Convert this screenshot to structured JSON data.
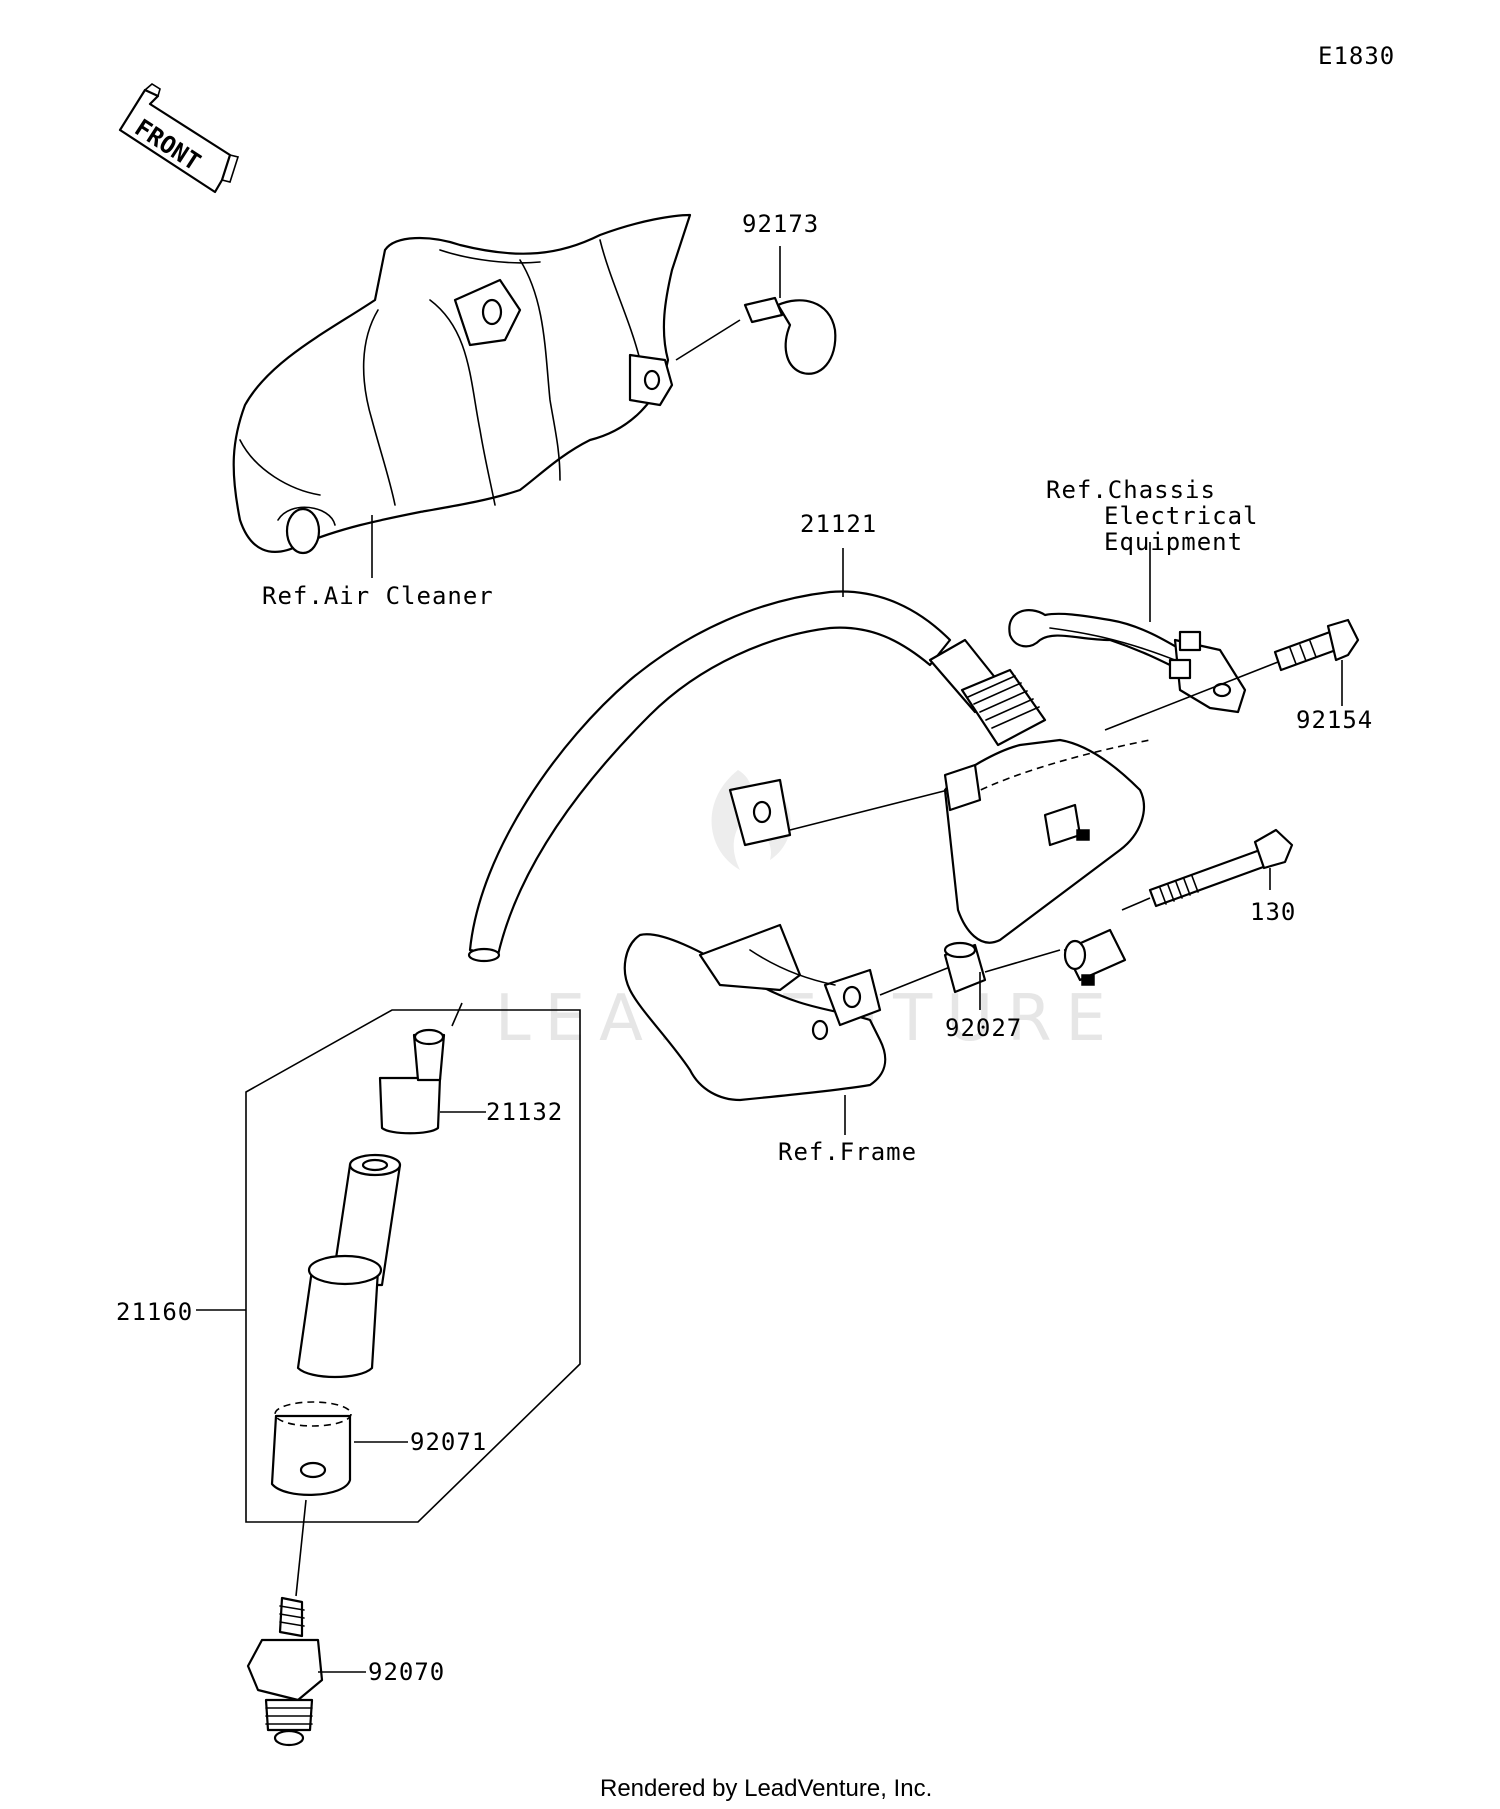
{
  "diagram_code": "E1830",
  "front_label": "FRONT",
  "watermark": "LEADVENTURE",
  "footer": "Rendered by LeadVenture, Inc.",
  "callouts": {
    "p92173": "92173",
    "ref_air_cleaner": "Ref.Air Cleaner",
    "p21121": "21121",
    "ref_chassis_1": "Ref.Chassis",
    "ref_chassis_2": "Electrical",
    "ref_chassis_3": "Equipment",
    "p92154": "92154",
    "p130": "130",
    "p92027": "92027",
    "ref_frame": "Ref.Frame",
    "p21132": "21132",
    "p21160": "21160",
    "p92071": "92071",
    "p92070": "92070"
  }
}
